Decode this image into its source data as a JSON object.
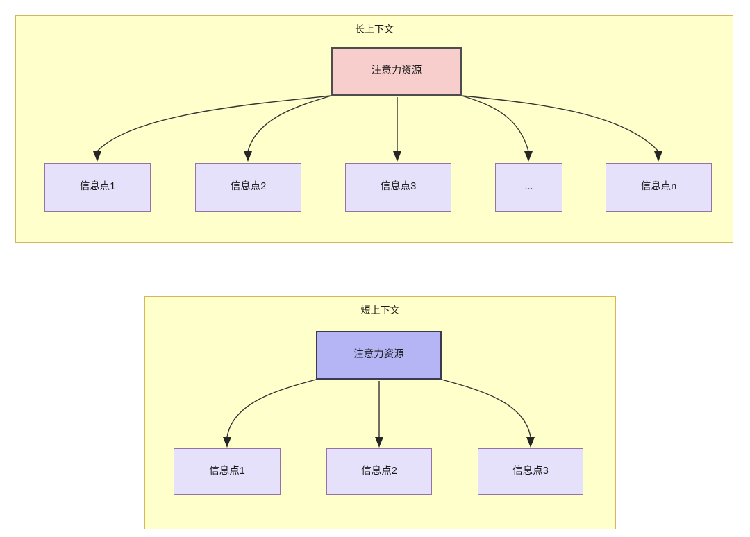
{
  "diagram": {
    "title_long": "长上下文",
    "title_short": "短上下文",
    "colors": {
      "panel_fill": "#ffffcc",
      "panel_border": "#d6b656",
      "attention_long_fill": "#f8cecc",
      "attention_long_border": "#4d4d4d",
      "attention_short_fill": "#b5b5f5",
      "attention_short_border": "#3b3b4f",
      "info_fill": "#e6e1fa",
      "info_border": "#9673a6",
      "edge_stroke": "#333333",
      "text": "#1a1a1a"
    }
  },
  "long_context": {
    "title": "长上下文",
    "attention_node": {
      "label": "注意力资源"
    },
    "info_nodes": [
      {
        "label": "信息点1"
      },
      {
        "label": "信息点2"
      },
      {
        "label": "信息点3"
      },
      {
        "label": "..."
      },
      {
        "label": "信息点n"
      }
    ]
  },
  "short_context": {
    "title": "短上下文",
    "attention_node": {
      "label": "注意力资源"
    },
    "info_nodes": [
      {
        "label": "信息点1"
      },
      {
        "label": "信息点2"
      },
      {
        "label": "信息点3"
      }
    ]
  }
}
